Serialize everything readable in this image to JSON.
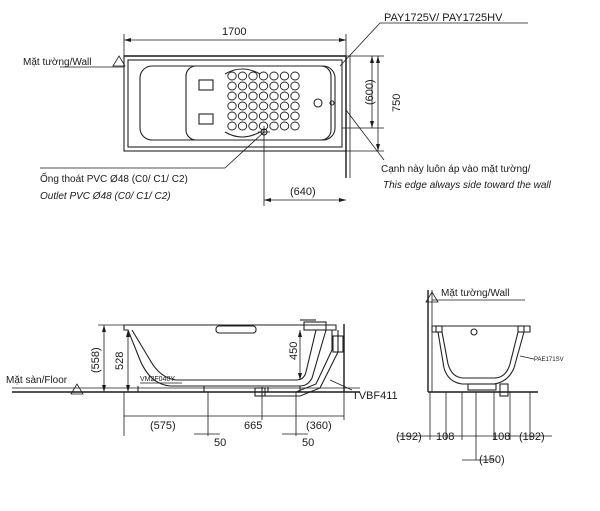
{
  "model": "PAY1725V/ PAY1725HV",
  "top_view": {
    "wall_label": "Mặt tường/Wall",
    "length": "1700",
    "inner_width": "(600)",
    "outer_width": "750",
    "outlet_offset": "(640)",
    "outlet_vi": "Ống thoát PVC Ø48 (C0/ C1/ C2)",
    "outlet_en": "Outlet PVC Ø48 (C0/ C1/ C2)",
    "edge_vi": "Cạnh này luôn áp vào mặt tường/",
    "edge_en": "This edge always side toward the wall"
  },
  "side_view": {
    "floor_label": "Mặt sàn/Floor",
    "height_outer": "(558)",
    "height": "528",
    "depth": "450",
    "part_left": "VM2F040Y",
    "part_drain": "TVBF411",
    "dim_575": "(575)",
    "dim_665": "665",
    "dim_360": "(360)",
    "dim_50a": "50",
    "dim_50b": "50"
  },
  "end_view": {
    "wall_label": "Mặt tường/Wall",
    "part": "PAE171SV",
    "dim_192a": "(192)",
    "dim_108a": "108",
    "dim_108b": "108",
    "dim_192b": "(192)",
    "dim_150": "(150)"
  }
}
